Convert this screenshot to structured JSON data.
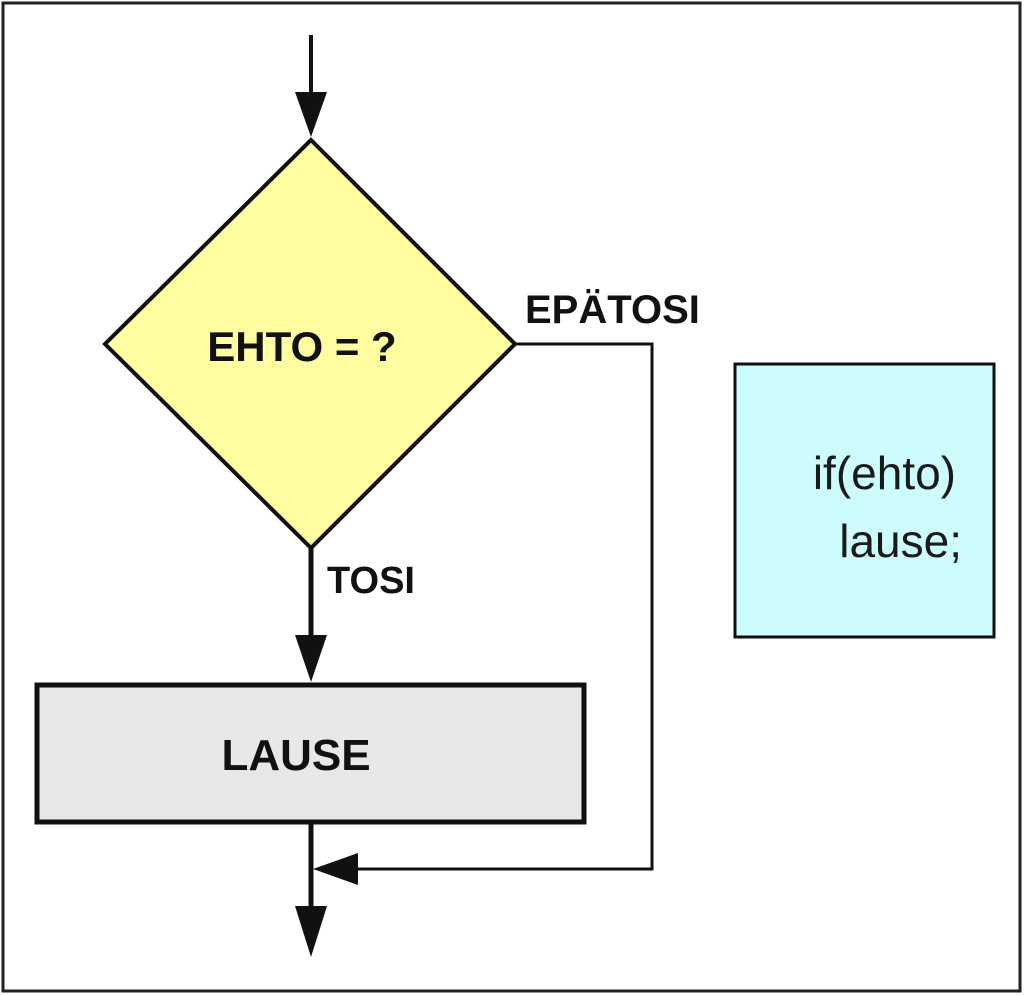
{
  "flowchart": {
    "decision": {
      "label": "EHTO = ?",
      "fill": "#fffda0"
    },
    "false_branch": {
      "label": "EPÄTOSI"
    },
    "true_branch": {
      "label": "TOSI"
    },
    "statement": {
      "label": "LAUSE",
      "fill": "#e8e8e8"
    }
  },
  "code_box": {
    "line1": "if(ehto)",
    "line2": "lause;",
    "fill": "#ccfcfc"
  },
  "colors": {
    "stroke": "#111111",
    "frame": "#222222"
  }
}
